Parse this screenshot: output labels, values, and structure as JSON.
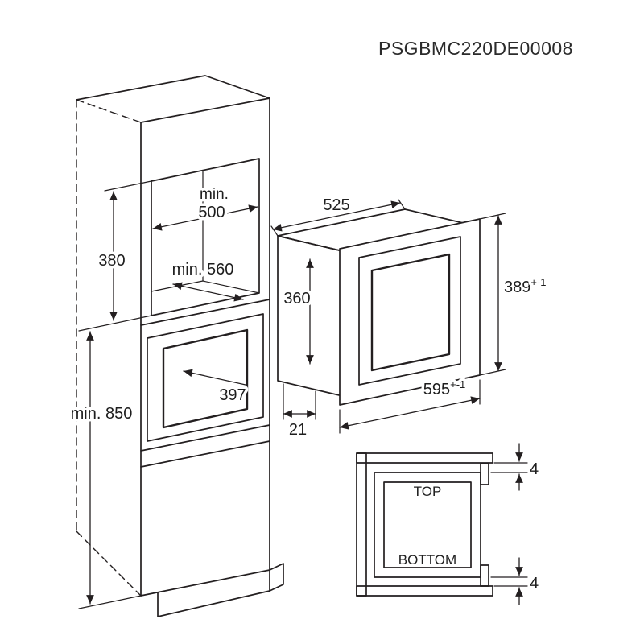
{
  "title": "PSGBMC220DE00008",
  "colors": {
    "line": "#231f20",
    "text": "#1e1e1e",
    "background": "#ffffff"
  },
  "cabinet_dims": {
    "niche_width_prefix": "min.",
    "niche_width": "500",
    "niche_depth": "min. 560",
    "niche_height": "380",
    "base_height": "min. 850",
    "oven_depth": "397"
  },
  "microwave_dims": {
    "top_width": "525",
    "body_height": "360",
    "frame_height": "389",
    "frame_height_tolerance": "+-1",
    "frame_width": "595",
    "frame_width_tolerance": "+-1",
    "frame_overhang": "21"
  },
  "section_detail": {
    "top_label": "TOP",
    "bottom_label": "BOTTOM",
    "gap_top": "4",
    "gap_bottom": "4"
  }
}
